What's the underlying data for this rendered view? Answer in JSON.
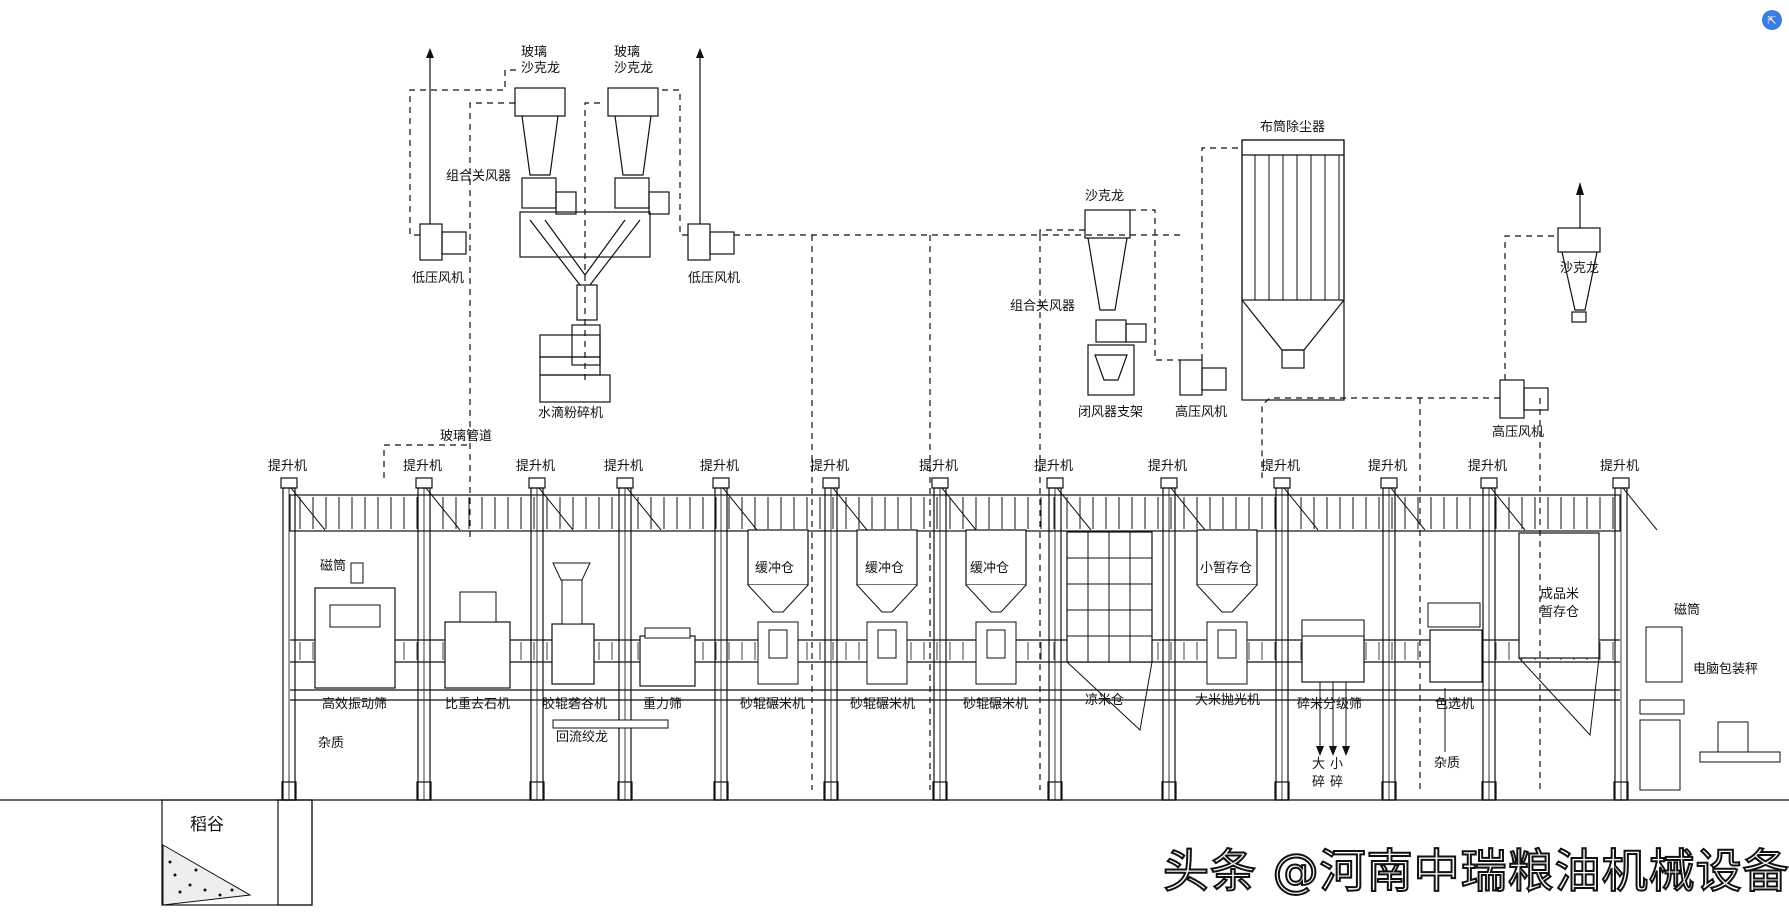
{
  "diagram": {
    "top_equipment": {
      "glass_cyclone_left": "玻璃\n沙克龙",
      "glass_cyclone_right": "玻璃\n沙克龙",
      "combo_airlock_top": "组合关风器",
      "low_fan_left": "低压风机",
      "low_fan_right": "低压风机",
      "water_mill": "水滴粉碎机",
      "glass_pipe": "玻璃管道",
      "cyclone_mid": "沙克龙",
      "combo_airlock_mid": "组合关风器",
      "airlock_stand": "闭风器支架",
      "high_fan_mid": "高压风机",
      "bag_filter": "布筒除尘器",
      "cyclone_right": "沙克龙",
      "high_fan_right": "高压风机"
    },
    "elevator_label": "提升机",
    "elevators": [
      "提升机",
      "提升机",
      "提升机",
      "提升机",
      "提升机",
      "提升机",
      "提升机",
      "提升机",
      "提升机",
      "提升机",
      "提升机",
      "提升机",
      "提升机"
    ],
    "bins": {
      "buffer": "缓冲仓",
      "small_temp": "小暂存仓",
      "finished_line1": "成品米",
      "finished_line2": "暂存仓",
      "magnet_left": "磁筒",
      "magnet_right": "磁筒"
    },
    "machines": {
      "vibrating_screen": "高效振动筛",
      "destoner": "比重去石机",
      "rubber_husker": "胶辊砻谷机",
      "gravity_sep": "重力筛",
      "whitener_1": "砂辊碾米机",
      "whitener_2": "砂辊碾米机",
      "whitener_3": "砂辊碾米机",
      "cooling_bin": "凉米仓",
      "polisher": "大米抛光机",
      "grader": "碎米分级筛",
      "color_sorter": "色选机",
      "packer": "电脑包装秤",
      "return_conveyor": "回流绞龙"
    },
    "outputs": {
      "impurity_left": "杂质",
      "impurity_right": "杂质",
      "big_broken": "大",
      "small_broken": "小",
      "broken": "碎",
      "broken2": "碎"
    },
    "intake": "稻谷"
  },
  "watermark": "头条 @河南中瑞粮油机械设备",
  "corner_badge": "⇱"
}
